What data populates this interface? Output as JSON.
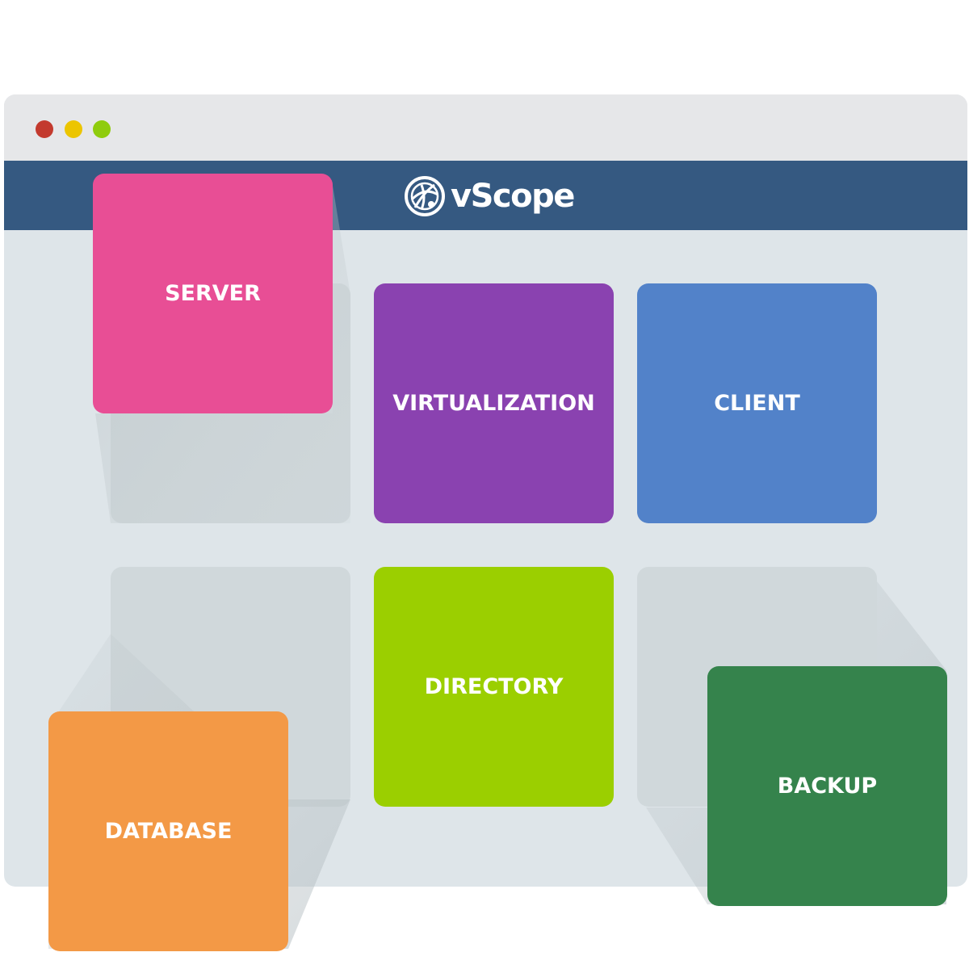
{
  "window": {
    "controls": {
      "close_color": "#c33a2e",
      "minimize_color": "#ecc500",
      "maximize_color": "#8fcc0d"
    },
    "header_color": "#355981"
  },
  "brand": {
    "name": "vScope",
    "icon": "globe-icon"
  },
  "tiles": [
    {
      "label": "SERVER",
      "color": "#e84e95"
    },
    {
      "label": "VIRTUALIZATION",
      "color": "#8a42b0"
    },
    {
      "label": "CLIENT",
      "color": "#5282c9"
    },
    {
      "label": "DIRECTORY",
      "color": "#9bcf00"
    },
    {
      "label": "DATABASE",
      "color": "#f39946"
    },
    {
      "label": "BACKUP",
      "color": "#35834c"
    }
  ]
}
